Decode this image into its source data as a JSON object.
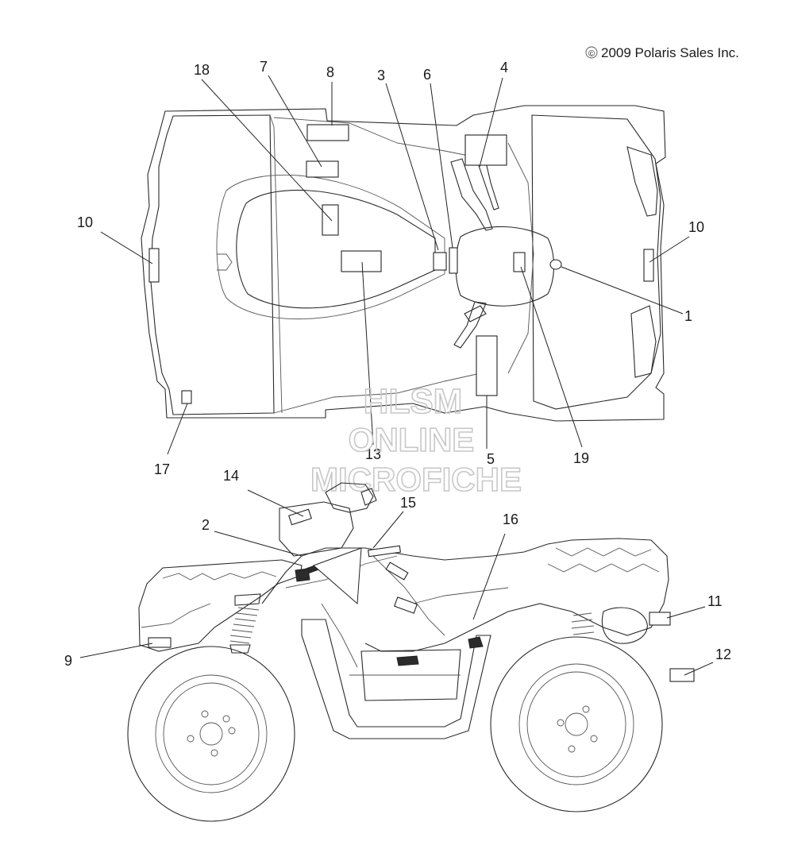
{
  "copyright": "2009 Polaris Sales Inc.",
  "copyright_symbol": "©",
  "watermark": {
    "line1": "HLSM",
    "line2": "ONLINE",
    "line3": "MICROFICHE"
  },
  "callouts": {
    "c1": "1",
    "c2": "2",
    "c3": "3",
    "c4": "4",
    "c5": "5",
    "c6": "6",
    "c7": "7",
    "c8": "8",
    "c9": "9",
    "c10_left": "10",
    "c10_right": "10",
    "c11": "11",
    "c12": "12",
    "c13": "13",
    "c14": "14",
    "c15": "15",
    "c16": "16",
    "c17": "17",
    "c18": "18",
    "c19": "19"
  }
}
